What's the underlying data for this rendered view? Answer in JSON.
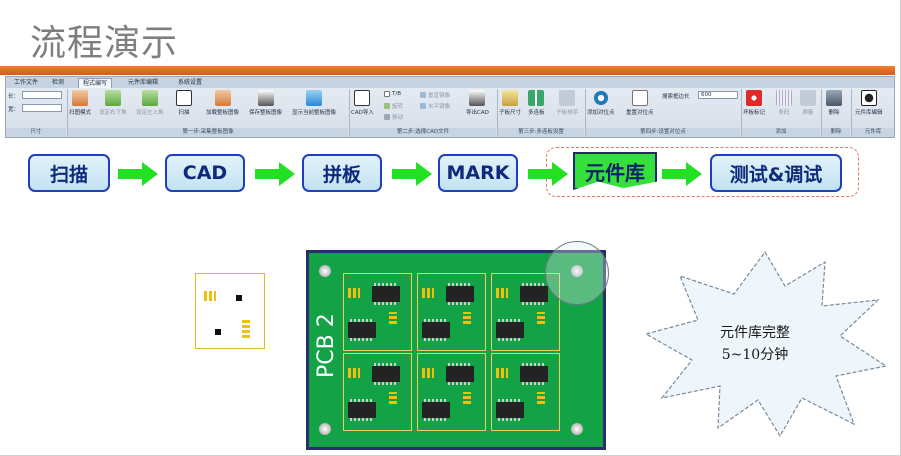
{
  "slide": {
    "title": "流程演示"
  },
  "ribbon": {
    "tabs": [
      "工作文件",
      "检测",
      "程式编写",
      "元件库编辑",
      "系统设置"
    ],
    "active_tab": "程式编写",
    "size": {
      "length_label": "长：",
      "width_label": "宽：",
      "group": "尺寸"
    },
    "group1": {
      "label": "第一步:采集整板图像",
      "buttons": [
        "扫图模式",
        "设定右下角",
        "设定左上角",
        "扫描",
        "加载整板图像",
        "保存整板图像",
        "显示当前整板图像"
      ]
    },
    "group2": {
      "label": "第二步:选择CAD文件",
      "buttons": [
        "CAD导入",
        "导出CAD"
      ],
      "small": [
        "T/B",
        "旋转",
        "移动",
        "垂直镜像",
        "水平镜像"
      ]
    },
    "group3": {
      "label": "第三步:多连板设置",
      "buttons": [
        "子板尺寸",
        "多连板",
        "子板排序"
      ]
    },
    "group4": {
      "label": "第四步:设置对位点",
      "buttons": [
        "添加对位点",
        "重置对位点"
      ],
      "search_label": "搜索框边长",
      "search_value": "600"
    },
    "group5": {
      "label": "添加",
      "buttons": [
        "坏板标记",
        "条码",
        "屏蔽"
      ]
    },
    "group6": {
      "label": "删除",
      "buttons": [
        "删除"
      ]
    },
    "group7": {
      "label": "元件库",
      "buttons": [
        "元件库编辑"
      ]
    }
  },
  "flow": {
    "steps": [
      "扫描",
      "CAD",
      "拼板",
      "MARK"
    ],
    "highlight": "元件库",
    "last": "测试&调试"
  },
  "board": {
    "label": "PCB 2"
  },
  "callout": {
    "line1": "元件库完整",
    "line2": "5~10分钟"
  },
  "colors": {
    "accent_bar": "#e0682a",
    "step_border": "#1f3fc0",
    "highlight_fill": "#35e03a",
    "pcb_green": "#14a246"
  }
}
